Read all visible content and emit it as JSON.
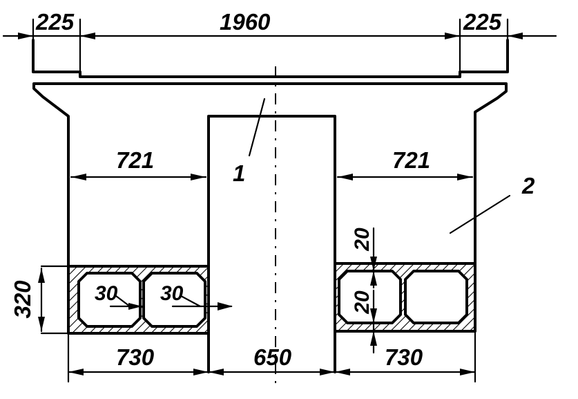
{
  "dimensions": {
    "top_left": "225",
    "top_middle": "1960",
    "top_right": "225",
    "inner_left": "721",
    "inner_right": "721",
    "height_left": "320",
    "wall_left_1": "30",
    "wall_left_2": "30",
    "wall_right_top": "20",
    "wall_right_bottom": "20",
    "bottom_left": "730",
    "bottom_middle": "650",
    "bottom_right": "730"
  },
  "callouts": {
    "item_1": "1",
    "item_2": "2"
  },
  "colors": {
    "line": "#000000",
    "background": "#ffffff"
  }
}
